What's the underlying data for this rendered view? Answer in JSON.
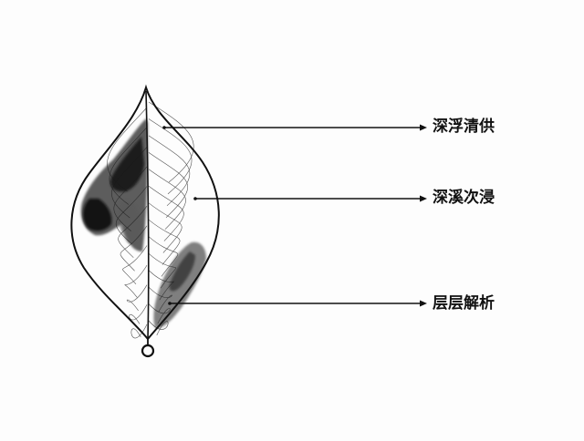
{
  "diagram": {
    "labels": [
      {
        "id": "top",
        "text": "深浮清供"
      },
      {
        "id": "middle",
        "text": "深溪次浸"
      },
      {
        "id": "bottom",
        "text": "层层解析"
      }
    ]
  },
  "colors": {
    "background": "#fdfdfd",
    "ink": "#111111",
    "ink_wash": "#2e2e2e",
    "ink_light": "#6a6a6a"
  }
}
